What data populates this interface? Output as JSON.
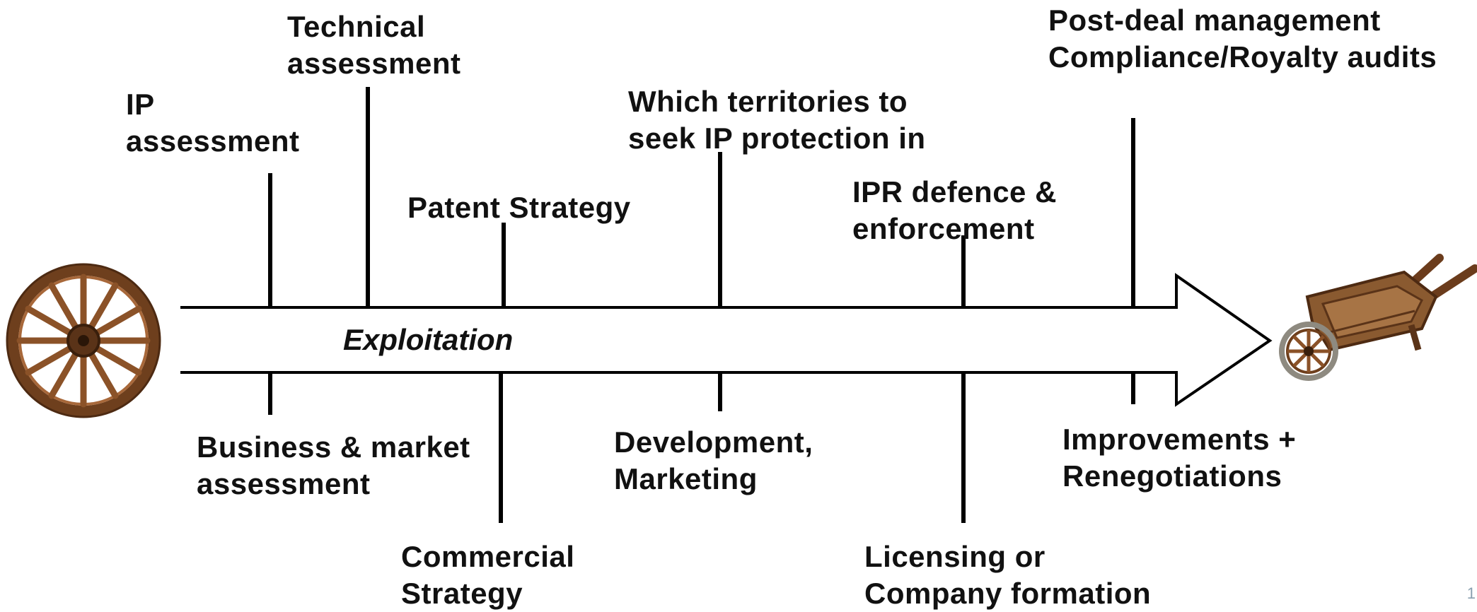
{
  "arrow": {
    "label": "Exploitation"
  },
  "top_labels": [
    {
      "id": "ip-assessment",
      "lines": [
        "IP",
        "assessment"
      ]
    },
    {
      "id": "technical-assessment",
      "lines": [
        "Technical",
        "assessment"
      ]
    },
    {
      "id": "patent-strategy",
      "lines": [
        "Patent Strategy"
      ]
    },
    {
      "id": "territories",
      "lines": [
        "Which territories to",
        "seek IP protection in"
      ]
    },
    {
      "id": "ipr-defence",
      "lines": [
        "IPR defence &",
        "enforcement"
      ]
    },
    {
      "id": "post-deal",
      "lines": [
        "Post-deal management",
        "Compliance/Royalty audits"
      ]
    }
  ],
  "bottom_labels": [
    {
      "id": "business-market",
      "lines": [
        "Business & market",
        "assessment"
      ]
    },
    {
      "id": "commercial-strategy",
      "lines": [
        "Commercial",
        "Strategy"
      ]
    },
    {
      "id": "development-marketing",
      "lines": [
        "Development,",
        "Marketing"
      ]
    },
    {
      "id": "licensing",
      "lines": [
        "Licensing or",
        "Company formation"
      ]
    },
    {
      "id": "improvements",
      "lines": [
        "Improvements +",
        "Renegotiations"
      ]
    }
  ],
  "images": {
    "left": "wagon-wheel",
    "right": "wheelbarrow"
  },
  "page_number": "1"
}
